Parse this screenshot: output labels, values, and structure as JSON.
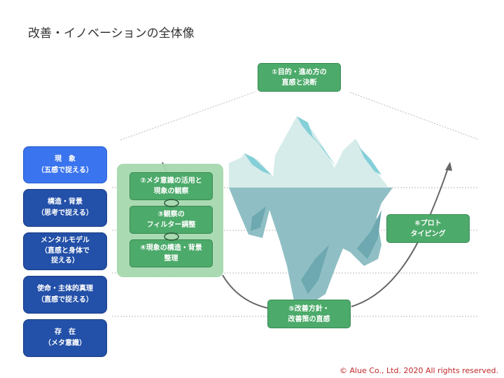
{
  "title": "改善・イノベーションの全体像",
  "layers": [
    {
      "line1": "現　象",
      "line2": "（五感で捉える）"
    },
    {
      "line1": "構造・背景",
      "line2": "（思考で捉える）"
    },
    {
      "line1": "メンタルモデル",
      "line2": "（直感と身体で",
      "line3": "捉える）"
    },
    {
      "line1": "使命・主体的真理",
      "line2": "（直感で捉える）"
    },
    {
      "line1": "存　在",
      "line2": "（メタ意識）"
    }
  ],
  "steps": {
    "s1": {
      "line1": "①目的・進め方の",
      "line2": "直感と決断"
    },
    "s2": {
      "line1": "②メタ意識の活用と",
      "line2": "現象の観察"
    },
    "s3": {
      "line1": "③観察の",
      "line2": "フィルター調整"
    },
    "s4": {
      "line1": "④現象の構造・背景",
      "line2": "整理"
    },
    "s5": {
      "line1": "⑤改善方針・",
      "line2": "改善策の直感"
    },
    "s6": {
      "line1": "⑥プロト",
      "line2": "タイピング"
    }
  },
  "copyright": "© Alue Co., Ltd.  2020  All rights reserved.",
  "colors": {
    "layer_top": "#3a74ee",
    "layer": "#2350a8",
    "step": "#4caa6a",
    "copyright": "#c0282a"
  }
}
